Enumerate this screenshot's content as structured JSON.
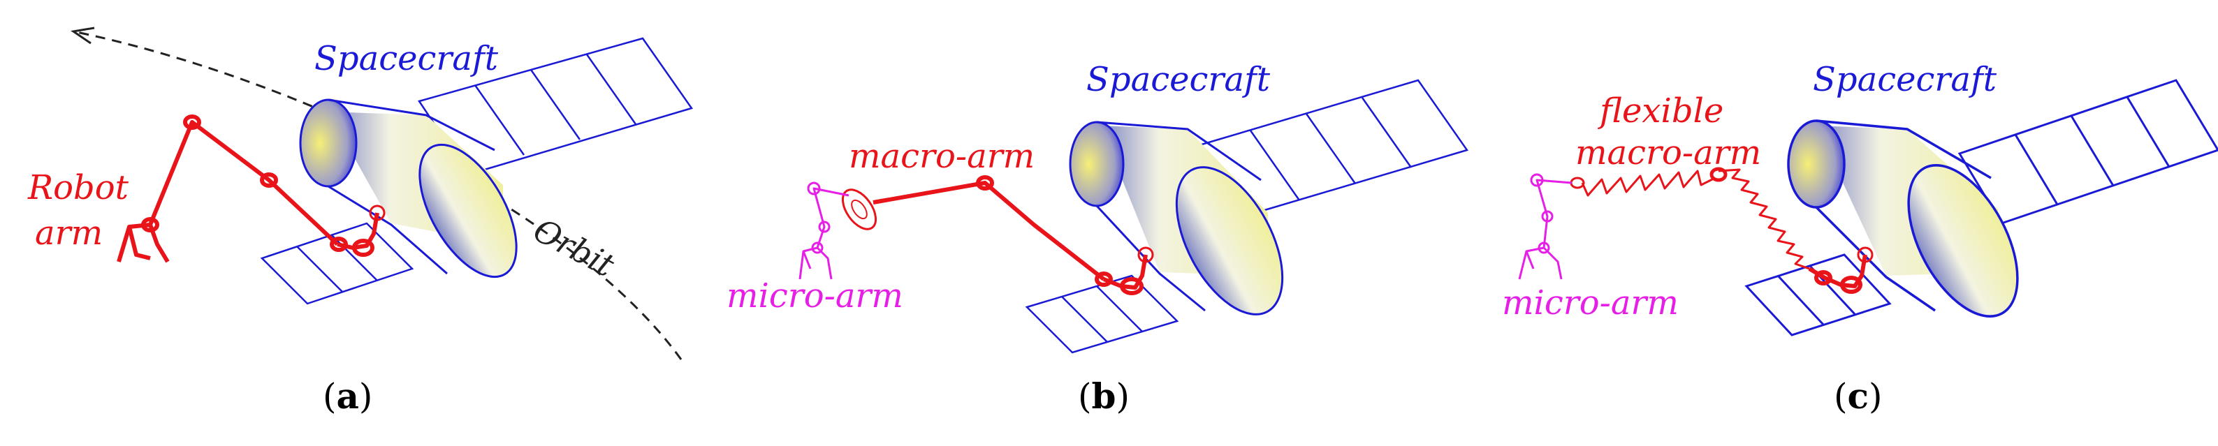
{
  "panels": [
    {
      "spacecraft_label": "Spacecraft",
      "arm_label_line1": "Robot",
      "arm_label_line2": "arm",
      "orbit_label": "Orbit",
      "caption_open": "(",
      "caption_letter": "a",
      "caption_close": ")"
    },
    {
      "spacecraft_label": "Spacecraft",
      "macro_label": "macro-arm",
      "micro_label": "micro-arm",
      "caption_open": "(",
      "caption_letter": "b",
      "caption_close": ")"
    },
    {
      "spacecraft_label": "Spacecraft",
      "flex_label_line1": "flexible",
      "flex_label_line2": "macro-arm",
      "micro_label": "micro-arm",
      "caption_open": "(",
      "caption_letter": "c",
      "caption_close": ")"
    }
  ],
  "colors": {
    "spacecraft": "#1a1ad6",
    "arm": "#e8141a",
    "micro_arm": "#e61ee6",
    "orbit": "#222222",
    "caption": "#000000"
  }
}
